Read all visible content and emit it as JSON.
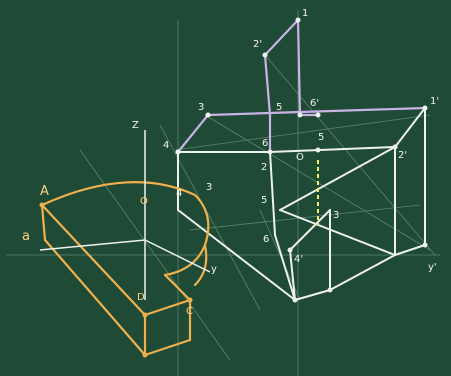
{
  "board": {
    "background": "#1f4a35",
    "chalk_white": "#eef2ee",
    "chalk_purple": "#c9b3e6",
    "chalk_orange": "#f0b04c",
    "chalk_yellow": "#f3ea6a"
  },
  "labels": {
    "pt_1_top": "1",
    "pt_2": "2'",
    "pt_3": "3",
    "pt_5": "5",
    "pt_6": "6'",
    "pt_1_right": "1'",
    "pt_4": "4",
    "pt_6_inner": "6",
    "pt_5_inner": "5",
    "pt_o": "O",
    "pt_2_right": "2'",
    "pt_2_mid": "2",
    "pt_5_mid": "5",
    "pt_6_low": "6",
    "pt_3_low": "3",
    "pt_4_low": "4'",
    "axis_z": "Z",
    "axis_y_left": "y",
    "axis_y_right": "y'",
    "pt_A": "A",
    "pt_a": "a",
    "pt_D": "D",
    "pt_C": "C",
    "pt_O_curve": "O",
    "pt_3_curve": "3",
    "pt_4_curve": "4"
  }
}
